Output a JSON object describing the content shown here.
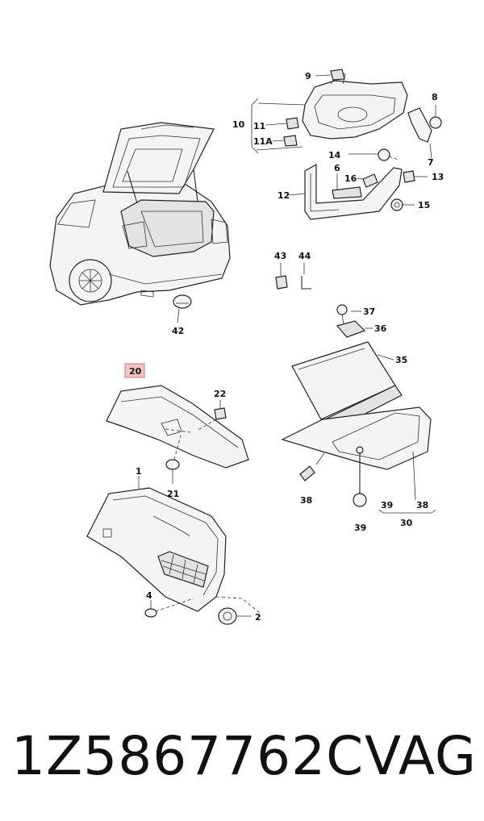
{
  "callouts": {
    "c9": "9",
    "c8": "8",
    "c10": "10",
    "c11": "11",
    "c11a": "11A",
    "c7": "7",
    "c14": "14",
    "c6": "6",
    "c16": "16",
    "c13": "13",
    "c12": "12",
    "c15": "15",
    "c43": "43",
    "c44": "44",
    "c42": "42",
    "c37": "37",
    "c36": "36",
    "c35": "35",
    "c20": "20",
    "c22": "22",
    "c21": "21",
    "c1": "1",
    "c4": "4",
    "c2": "2",
    "c38a": "38",
    "c39a": "39",
    "c38b": "38",
    "c39b": "39",
    "c30": "30"
  },
  "highlight_color": "#f3c4c4",
  "part_number": "1Z5867762C",
  "brand": "VAG"
}
